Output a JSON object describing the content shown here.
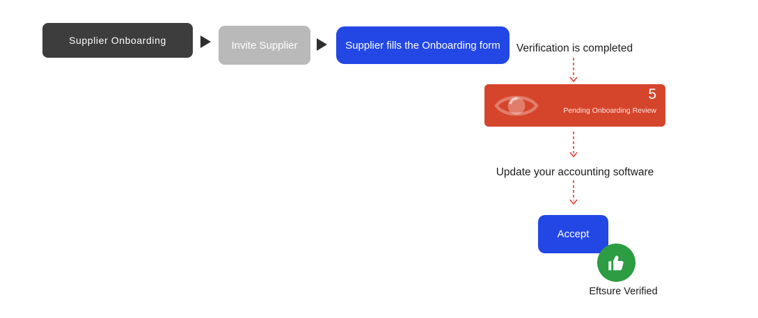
{
  "flow": {
    "steps": [
      {
        "label": "Supplier Onboarding",
        "bg": "#3d3d3d"
      },
      {
        "label": "Invite Supplier",
        "bg": "#b9b9b9"
      },
      {
        "label": "Supplier fills the Onboarding form",
        "bg": "#2347e5"
      }
    ],
    "connector_icon": "triangle-right-icon",
    "connector_color": "#2e2e2e"
  },
  "annotations": {
    "verification": "Verification is completed",
    "update": "Update your accounting software"
  },
  "pending_card": {
    "count": "5",
    "label": "Pending Onboarding Review",
    "bg": "#d5452b",
    "icon": "eye-icon"
  },
  "accept": {
    "label": "Accept",
    "bg": "#2347e5"
  },
  "verified": {
    "label": "Eftsure Verified",
    "icon": "thumbs-up-icon",
    "badge_color": "#2d9d43"
  },
  "colors": {
    "dashed_arrow": "#e8392b",
    "text": "#1c1c1c",
    "background": "#ffffff"
  }
}
